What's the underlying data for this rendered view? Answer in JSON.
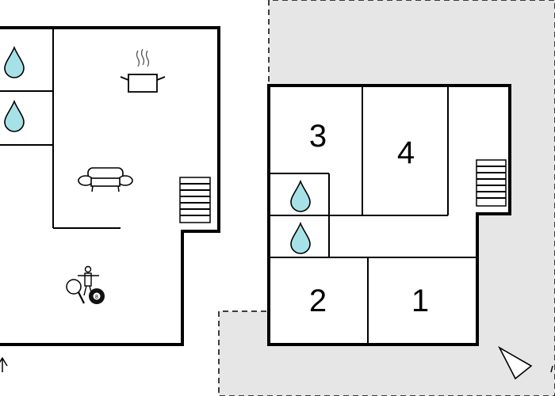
{
  "floor_plan": {
    "rooms": [
      {
        "id": "bedroom-1",
        "label": "1"
      },
      {
        "id": "bedroom-2",
        "label": "2"
      },
      {
        "id": "bedroom-3",
        "label": "3"
      },
      {
        "id": "bedroom-4",
        "label": "4"
      }
    ],
    "icons": {
      "bathroom": "water-drop-icon",
      "kitchen": "cooking-pot-icon",
      "living_room": "sofa-icon",
      "activity": "table-tennis-billiards-icon",
      "stairs": "staircase-icon",
      "orientation": "compass-arrow-icon"
    },
    "colors": {
      "wall": "#000000",
      "bathroom_drop": "#a6e1e8",
      "outdoor_area": "#e6e6e6",
      "background": "#ffffff"
    },
    "eight_ball_label": "8"
  }
}
